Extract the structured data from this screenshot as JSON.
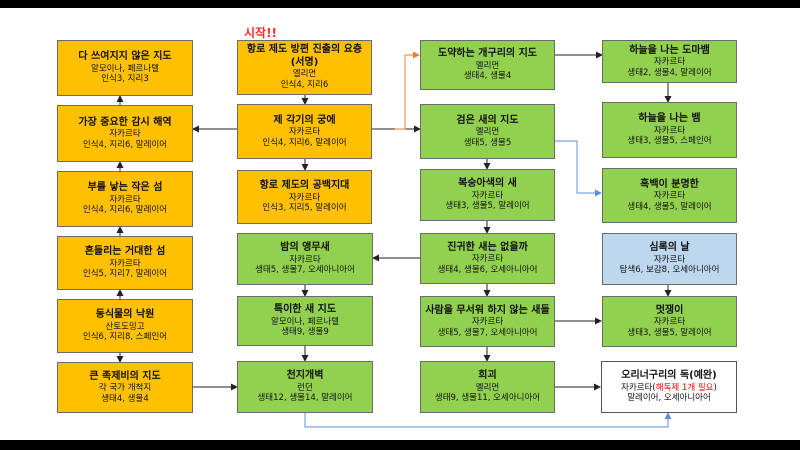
{
  "start_label": "시작!!",
  "nodes": {
    "n1": {
      "title": "다 쓰여지지 않은 지도",
      "author": "알모이나, 페르나텔",
      "stats": "인식3, 지리3"
    },
    "n2": {
      "title": "항로 제도 방편 진출의 요층(서명)",
      "author": "엘리먼",
      "stats": "인식4, 지리6"
    },
    "n3": {
      "title": "도약하는 개구리의 지도",
      "author": "멜리먼",
      "stats": "생태4, 생물4"
    },
    "n4": {
      "title": "하늘을 나는 도마뱀",
      "author": "자카르타",
      "stats": "생태2, 생물4, 말레이어"
    },
    "n5": {
      "title": "가장 중요한 감시 해역",
      "author": "자카르타",
      "stats": "인식4, 지리6, 말레이어"
    },
    "n6": {
      "title": "제 각기의 궁에",
      "author": "자카르타",
      "stats": "인식4, 지리6, 말레이어"
    },
    "n7": {
      "title": "검은 새의 지도",
      "author": "멜리먼",
      "stats": "생태5, 생물5"
    },
    "n8": {
      "title": "하늘을 나는 뱀",
      "author": "자카르타",
      "stats": "생태3, 생물5, 스페인어"
    },
    "n9": {
      "title": "부를 낳는 작은 섬",
      "author": "자카르타",
      "stats": "인식4, 지리6, 말레이어"
    },
    "n10": {
      "title": "항로 제도의 공백지대",
      "author": "자카르타",
      "stats": "인식3, 지리5, 말레이어"
    },
    "n11": {
      "title": "복숭아색의 새",
      "author": "자카르타",
      "stats": "생태3, 생물5, 말레이어"
    },
    "n12": {
      "title": "흑백이 분명한",
      "author": "자카르타",
      "stats": "생태4, 생물5, 말레이어"
    },
    "n13": {
      "title": "흔들리는 거대한 섬",
      "author": "자카르타",
      "stats": "인식5, 지리7, 말레이어"
    },
    "n14": {
      "title": "밤의 앵무새",
      "author": "자카르타",
      "stats": "생태5, 생물7, 오세아니아어"
    },
    "n15": {
      "title": "진귀한 새는 없을까",
      "author": "자카르타",
      "stats": "생태4, 생물6, 오세아니아어"
    },
    "n16": {
      "title": "심록의 날",
      "author": "자카르타",
      "stats": "탐색6, 보감8, 오세아니아어"
    },
    "n17": {
      "title": "동식물의 낙원",
      "author": "산토도밍고",
      "stats": "인식6, 지리8, 스페인어"
    },
    "n18": {
      "title": "특이한 새 지도",
      "author": "알모이나, 페르나텔",
      "stats": "생태9, 생물9"
    },
    "n19": {
      "title": "사람을 무서워 하지 않는 새들",
      "author": "자카르타",
      "stats": "생태5, 생물7, 오세아니아어"
    },
    "n20": {
      "title": "멋쟁이",
      "author": "자카르타",
      "stats": "생태3, 생물5, 말레이어"
    },
    "n21": {
      "title": "큰 족제비의 지도",
      "author": "각 국가 개척지",
      "stats": "생태4, 생물4"
    },
    "n22": {
      "title": "천지개벽",
      "author": "런던",
      "stats": "생태12, 생물14, 말레이어"
    },
    "n23": {
      "title": "희괴",
      "author": "멜리먼",
      "stats": "생태9, 생물11, 오세아니아어"
    },
    "n24": {
      "title": "오리너구리의 독(예완)",
      "author_pre": "자카르타(",
      "author_highlight": "해독제 1개 필요",
      "author_post": ")",
      "stats": "말레이어, 오세아니아어"
    }
  },
  "colors": {
    "orange": "#ffc000",
    "green": "#92d050",
    "blue": "#bdd7ee",
    "white": "#ffffff",
    "arrow_dark": "#222222",
    "arrow_orange": "#ed7d31",
    "arrow_blue": "#5b8fd8",
    "highlight": "#ff0000"
  }
}
